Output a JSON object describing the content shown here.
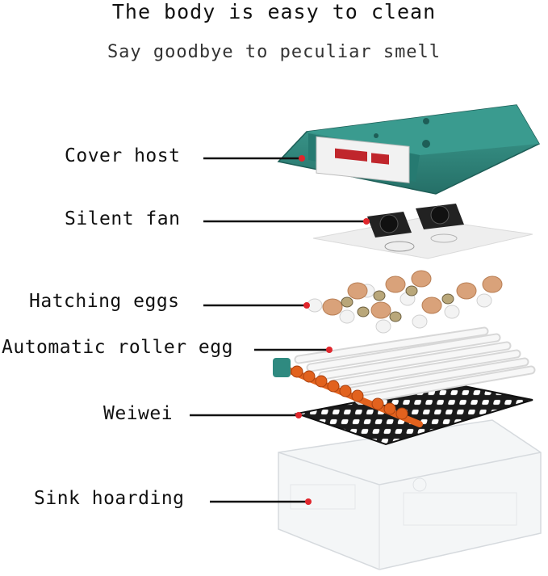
{
  "header": {
    "title": "The body is easy to clean",
    "subtitle": "Say goodbye to peculiar smell"
  },
  "parts": [
    {
      "label": "Cover host"
    },
    {
      "label": "Silent fan"
    },
    {
      "label": "Hatching eggs"
    },
    {
      "label": "Automatic roller egg"
    },
    {
      "label": "Weiwei"
    },
    {
      "label": "Sink hoarding"
    }
  ],
  "colors": {
    "cover_teal": "#2f8a80",
    "leader_line": "#111111",
    "marker_dot": "#e0262c",
    "roller_orange": "#e2621e",
    "grid_black": "#1b1b1b",
    "egg_brown": "#d9a27a",
    "egg_speckled": "#b9a77a"
  }
}
